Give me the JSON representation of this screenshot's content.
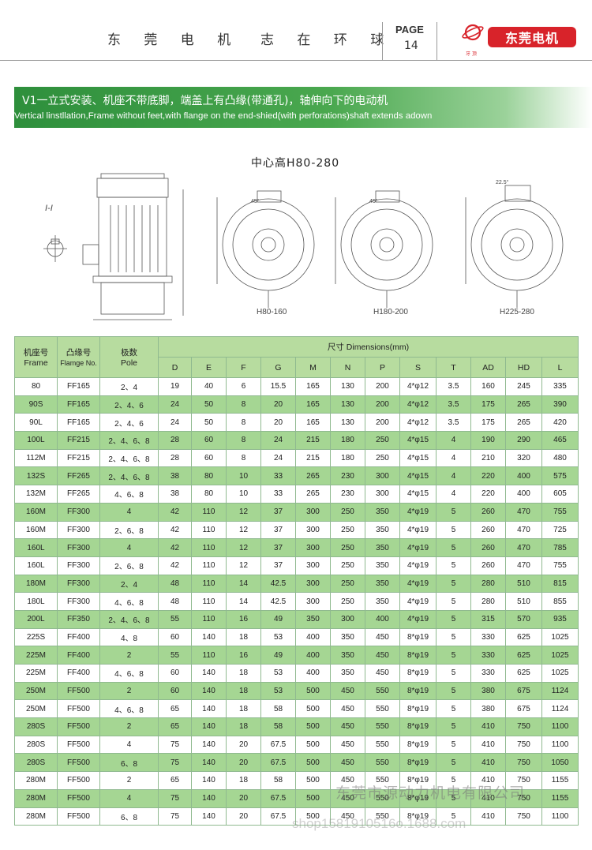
{
  "header": {
    "company": "东 莞 电 机",
    "slogan": "志 在 环 球",
    "page_label": "PAGE",
    "page_number": "14",
    "logo_text": "东莞电机",
    "logo_small": "牙 顶"
  },
  "banner": {
    "title_cn": "V1一立式安装、机座不带底脚，端盖上有凸缘(带通孔)，轴伸向下的电动机",
    "title_en": "Vertical linstllation,Frame without feet,with flange on the end-shied(with perforations)shaft extends adown"
  },
  "diagram": {
    "title": "中心高H80-280",
    "section_label": "I-I",
    "labels": {
      "h80": "H80-160",
      "h180": "H180-200",
      "h225": "H225-280",
      "angle45": "45°",
      "angle225": "22.5°"
    }
  },
  "table": {
    "headers": {
      "frame_cn": "机座号",
      "frame_en": "Frame",
      "flange_cn": "凸缘号",
      "flange_en": "Flamge No.",
      "pole_cn": "极数",
      "pole_en": "Pole",
      "dims": "尺寸 Dimensions(mm)"
    },
    "dim_columns": [
      "D",
      "E",
      "F",
      "G",
      "M",
      "N",
      "P",
      "S",
      "T",
      "AD",
      "HD",
      "L"
    ],
    "rows": [
      [
        "80",
        "FF165",
        "2、4",
        "19",
        "40",
        "6",
        "15.5",
        "165",
        "130",
        "200",
        "4*φ12",
        "3.5",
        "160",
        "245",
        "335"
      ],
      [
        "90S",
        "FF165",
        "2、4、6",
        "24",
        "50",
        "8",
        "20",
        "165",
        "130",
        "200",
        "4*φ12",
        "3.5",
        "175",
        "265",
        "390"
      ],
      [
        "90L",
        "FF165",
        "2、4、6",
        "24",
        "50",
        "8",
        "20",
        "165",
        "130",
        "200",
        "4*φ12",
        "3.5",
        "175",
        "265",
        "420"
      ],
      [
        "100L",
        "FF215",
        "2、4、6、8",
        "28",
        "60",
        "8",
        "24",
        "215",
        "180",
        "250",
        "4*φ15",
        "4",
        "190",
        "290",
        "465"
      ],
      [
        "112M",
        "FF215",
        "2、4、6、8",
        "28",
        "60",
        "8",
        "24",
        "215",
        "180",
        "250",
        "4*φ15",
        "4",
        "210",
        "320",
        "480"
      ],
      [
        "132S",
        "FF265",
        "2、4、6、8",
        "38",
        "80",
        "10",
        "33",
        "265",
        "230",
        "300",
        "4*φ15",
        "4",
        "220",
        "400",
        "575"
      ],
      [
        "132M",
        "FF265",
        "4、6、8",
        "38",
        "80",
        "10",
        "33",
        "265",
        "230",
        "300",
        "4*φ15",
        "4",
        "220",
        "400",
        "605"
      ],
      [
        "160M",
        "FF300",
        "4",
        "42",
        "110",
        "12",
        "37",
        "300",
        "250",
        "350",
        "4*φ19",
        "5",
        "260",
        "470",
        "755"
      ],
      [
        "160M",
        "FF300",
        "2、6、8",
        "42",
        "110",
        "12",
        "37",
        "300",
        "250",
        "350",
        "4*φ19",
        "5",
        "260",
        "470",
        "725"
      ],
      [
        "160L",
        "FF300",
        "4",
        "42",
        "110",
        "12",
        "37",
        "300",
        "250",
        "350",
        "4*φ19",
        "5",
        "260",
        "470",
        "785"
      ],
      [
        "160L",
        "FF300",
        "2、6、8",
        "42",
        "110",
        "12",
        "37",
        "300",
        "250",
        "350",
        "4*φ19",
        "5",
        "260",
        "470",
        "755"
      ],
      [
        "180M",
        "FF300",
        "2、4",
        "48",
        "110",
        "14",
        "42.5",
        "300",
        "250",
        "350",
        "4*φ19",
        "5",
        "280",
        "510",
        "815"
      ],
      [
        "180L",
        "FF300",
        "4、6、8",
        "48",
        "110",
        "14",
        "42.5",
        "300",
        "250",
        "350",
        "4*φ19",
        "5",
        "280",
        "510",
        "855"
      ],
      [
        "200L",
        "FF350",
        "2、4、6、8",
        "55",
        "110",
        "16",
        "49",
        "350",
        "300",
        "400",
        "4*φ19",
        "5",
        "315",
        "570",
        "935"
      ],
      [
        "225S",
        "FF400",
        "4、8",
        "60",
        "140",
        "18",
        "53",
        "400",
        "350",
        "450",
        "8*φ19",
        "5",
        "330",
        "625",
        "1025"
      ],
      [
        "225M",
        "FF400",
        "2",
        "55",
        "110",
        "16",
        "49",
        "400",
        "350",
        "450",
        "8*φ19",
        "5",
        "330",
        "625",
        "1025"
      ],
      [
        "225M",
        "FF400",
        "4、6、8",
        "60",
        "140",
        "18",
        "53",
        "400",
        "350",
        "450",
        "8*φ19",
        "5",
        "330",
        "625",
        "1025"
      ],
      [
        "250M",
        "FF500",
        "2",
        "60",
        "140",
        "18",
        "53",
        "500",
        "450",
        "550",
        "8*φ19",
        "5",
        "380",
        "675",
        "1124"
      ],
      [
        "250M",
        "FF500",
        "4、6、8",
        "65",
        "140",
        "18",
        "58",
        "500",
        "450",
        "550",
        "8*φ19",
        "5",
        "380",
        "675",
        "1124"
      ],
      [
        "280S",
        "FF500",
        "2",
        "65",
        "140",
        "18",
        "58",
        "500",
        "450",
        "550",
        "8*φ19",
        "5",
        "410",
        "750",
        "1100"
      ],
      [
        "280S",
        "FF500",
        "4",
        "75",
        "140",
        "20",
        "67.5",
        "500",
        "450",
        "550",
        "8*φ19",
        "5",
        "410",
        "750",
        "1100"
      ],
      [
        "280S",
        "FF500",
        "6、8",
        "75",
        "140",
        "20",
        "67.5",
        "500",
        "450",
        "550",
        "8*φ19",
        "5",
        "410",
        "750",
        "1050"
      ],
      [
        "280M",
        "FF500",
        "2",
        "65",
        "140",
        "18",
        "58",
        "500",
        "450",
        "550",
        "8*φ19",
        "5",
        "410",
        "750",
        "1155"
      ],
      [
        "280M",
        "FF500",
        "4",
        "75",
        "140",
        "20",
        "67.5",
        "500",
        "450",
        "550",
        "8*φ19",
        "5",
        "410",
        "750",
        "1155"
      ],
      [
        "280M",
        "FF500",
        "6、8",
        "75",
        "140",
        "20",
        "67.5",
        "500",
        "450",
        "550",
        "8*φ19",
        "5",
        "410",
        "750",
        "1100"
      ]
    ]
  },
  "watermarks": {
    "line1": "东莞市源动力机电有限公司",
    "line2": "shop1581910516o.1688.com"
  }
}
